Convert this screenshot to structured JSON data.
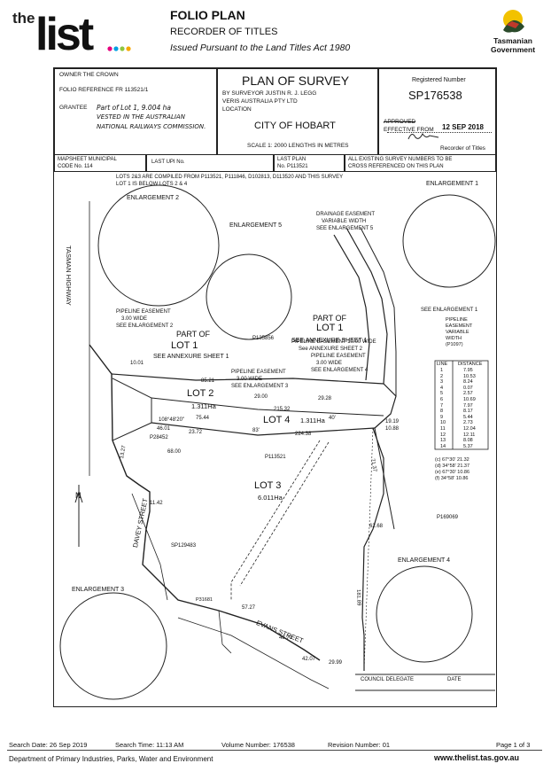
{
  "header": {
    "logo_text": "the list",
    "title": "FOLIO PLAN",
    "subtitle": "RECORDER OF TITLES",
    "issued": "Issued Pursuant to the Land Titles Act 1980",
    "gov_logo_line1": "Tasmanian",
    "gov_logo_line2": "Government"
  },
  "plan": {
    "owner": "OWNER THE CROWN",
    "folio_ref": "FOLIO REFERENCE FR 113521/1",
    "grantee_label": "GRANTEE",
    "grantee_text": [
      "Part of Lot 1, 9.004 ha",
      "VESTED IN THE AUSTRALIAN",
      "NATIONAL RAILWAYS COMMISSION."
    ],
    "title": "PLAN OF SURVEY",
    "surveyor": "BY SURVEYOR JUSTIN R. J. LEGG",
    "company": "VERIS AUSTRALIA PTY LTD",
    "location_label": "LOCATION",
    "location": "CITY OF HOBART",
    "scale": "SCALE  1: 2000  LENGTHS IN METRES",
    "reg_label": "Registered Number",
    "reg_number": "SP176538",
    "approved": "APPROVED",
    "effective": "EFFECTIVE FROM",
    "effective_date": "12 SEP 2018",
    "recorder": "Recorder of Titles",
    "mapsheet": [
      "MAPSHEET MUNICIPAL",
      "CODE No.  114"
    ],
    "last_upi": "LAST UPI No.",
    "last_plan": [
      "LAST PLAN",
      "No.  P113521"
    ],
    "cross_ref": [
      "ALL EXISTING SURVEY NUMBERS TO BE",
      "CROSS REFERENCED ON THIS PLAN"
    ],
    "compiled_note": [
      "LOTS 2&3 ARE COMPILED FROM P113521, P111846, D102813, D113520 AND THIS SURVEY",
      "LOT 1 IS BELOW LOTS 2 & 4"
    ],
    "council_delegate": "COUNCIL DELEGATE",
    "date": "DATE"
  },
  "labels": {
    "enl1": "ENLARGEMENT 1",
    "enl2": "ENLARGEMENT 2",
    "enl3": "ENLARGEMENT 3",
    "enl4": "ENLARGEMENT 4",
    "enl5": "ENLARGEMENT 5",
    "tasman": "TASMAN HIGHWAY",
    "davey": "DAVEY STREET",
    "evans": "EVANS STREET",
    "lot1a": "LOT 1",
    "lot1b": "PART OF",
    "lot1b2": "LOT 1",
    "see_annex1": "SEE ANNEXURE SHEET 1",
    "see_annex1b": "SEE ANNEXURE SHEET 1",
    "partof": "PART OF",
    "lot2": "LOT 2",
    "lot2_area": "1.311Ha",
    "lot4": "LOT 4",
    "lot4_area": "1.311Ha",
    "lot3": "LOT 3",
    "lot3_area": "6.011Ha",
    "p135856": "P135856",
    "p113521": "P113521",
    "p28452": "P28452",
    "p169069": "P169069",
    "sp129483": "SP129483",
    "p31681": "P31681",
    "pipeline10": [
      "PIPELINE EASEMENT 10.00 WIDE",
      "See ANNEXURE SHEET 2"
    ],
    "pipeline3a": [
      "PIPELINE EASEMENT",
      "3.00 WIDE",
      "SEE ENLARGEMENT 3"
    ],
    "pipeline3b": [
      "PIPELINE EASEMENT",
      "3.00 WIDE",
      "SEE ENLARGEMENT 4"
    ],
    "pipeline3c": [
      "PIPELINE EASEMENT",
      "3.00 WIDE",
      "SEE ENLARGEMENT 2"
    ],
    "drainage": [
      "DRAINAGE EASEMENT",
      "VARIABLE WIDTH",
      "SEE ENLARGEMENT 5"
    ],
    "see_enl1": "SEE ENLARGEMENT 1",
    "pipeline_var": [
      "PIPELINE",
      "EASEMENT",
      "VARIABLE",
      "WIDTH",
      "(P1097)"
    ],
    "north": "N"
  },
  "dims": {
    "d8521": "85.21",
    "d7544": "75.44",
    "d4601": "46.01",
    "d2372": "23.72",
    "d22438": "224.38",
    "d21532": "215.32",
    "d83": "83'",
    "d40": "40'",
    "d1088": "10.88",
    "d7137": "71.37",
    "d1919": "19.19",
    "d5727": "57.27",
    "d4871": "48.71",
    "d4207": "42.07",
    "d2999": "29.99",
    "d6268": "62.68",
    "d181": "181.89",
    "d10801": "108°48'20\"",
    "d13271": "13.27",
    "d68": "68.00",
    "d1001": "10.01",
    "d2999b": "29.00",
    "d1142": "11.42",
    "d2928": "29.28"
  },
  "line_table": {
    "headers": [
      "LINE",
      "DISTANCE"
    ],
    "rows": [
      [
        "1",
        "7.95"
      ],
      [
        "2",
        "10.53"
      ],
      [
        "3",
        "8.24"
      ],
      [
        "4",
        "0.07"
      ],
      [
        "5",
        "2.57"
      ],
      [
        "6",
        "10.69"
      ],
      [
        "7",
        "7.97"
      ],
      [
        "8",
        "8.17"
      ],
      [
        "9",
        "5.44"
      ],
      [
        "10",
        "2.73"
      ],
      [
        "11",
        "12.04"
      ],
      [
        "12",
        "12.11"
      ],
      [
        "13",
        "8.08"
      ],
      [
        "14",
        "5.37"
      ]
    ],
    "arcs": [
      "(c)  67°30'  21.32",
      "(d)  34°58'  21.37",
      "(e)  67°30'  10.86",
      "(f)  34°58'  10.86"
    ]
  },
  "footer": {
    "search_date": "Search Date: 26 Sep 2019",
    "search_time": "Search Time: 11:13 AM",
    "volume": "Volume Number: 176538",
    "revision": "Revision Number: 01",
    "page": "Page 1 of 3",
    "dept": "Department of Primary Industries, Parks, Water and Environment",
    "website": "www.thelist.tas.gov.au"
  }
}
